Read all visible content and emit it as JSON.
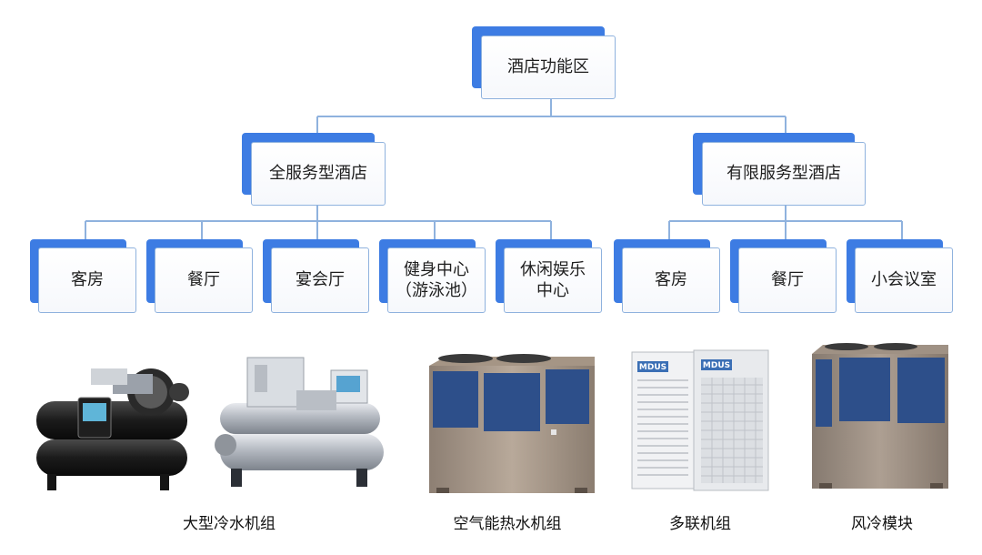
{
  "tree": {
    "root": "酒店功能区",
    "branches": [
      {
        "label": "全服务型酒店",
        "children": [
          "客房",
          "餐厅",
          "宴会厅",
          "健身中心\n（游泳池）",
          "休闲娱乐\n中心"
        ]
      },
      {
        "label": "有限服务型酒店",
        "children": [
          "客房",
          "餐厅",
          "小会议室"
        ]
      }
    ]
  },
  "products": [
    {
      "name": "大型冷水机组",
      "icon": "centrifugal-chiller-image"
    },
    {
      "name": "空气能热水机组",
      "icon": "air-source-heat-pump-image"
    },
    {
      "name": "多联机组",
      "icon": "vrf-outdoor-unit-image"
    },
    {
      "name": "风冷模块",
      "icon": "air-cooled-modular-chiller-image"
    }
  ],
  "colors": {
    "accent": "#3d7ce3",
    "connector": "#8fb2de",
    "panel_blue": "#2d4f8a",
    "casing": "#a09081"
  },
  "brand_labels": [
    "MDUS",
    "MDUS"
  ]
}
